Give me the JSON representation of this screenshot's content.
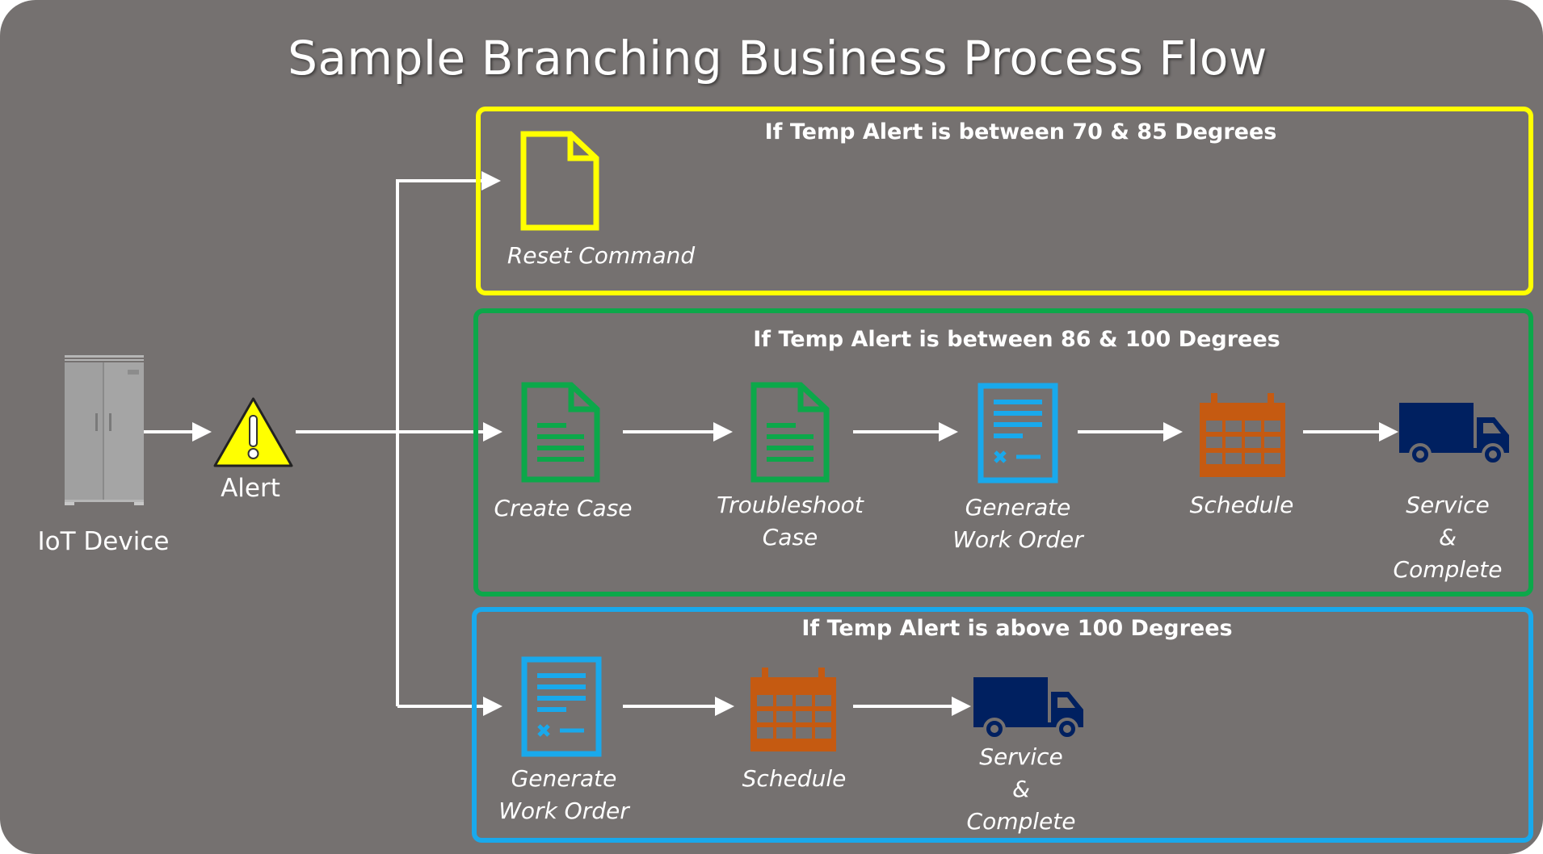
{
  "title": "Sample Branching Business Process Flow",
  "colors": {
    "background": "#757170",
    "yellow": "#FFFF00",
    "green": "#0CA84A",
    "blue": "#19A9EC",
    "orange": "#C55A11",
    "navy": "#002060",
    "arrow": "#FFFFFF"
  },
  "source": {
    "device_icon": "refrigerator-icon",
    "device_label": "IoT Device",
    "alert_icon": "warning-triangle-icon",
    "alert_label": "Alert"
  },
  "branches": [
    {
      "condition": "If Temp Alert is between 70 & 85 Degrees",
      "color": "yellow",
      "steps": [
        {
          "icon": "document-icon",
          "label_lines": [
            "Reset Command"
          ]
        }
      ]
    },
    {
      "condition": "If Temp Alert is between 86 & 100 Degrees",
      "color": "green",
      "steps": [
        {
          "icon": "document-lines-icon",
          "label_lines": [
            "Create Case"
          ]
        },
        {
          "icon": "document-lines-icon",
          "label_lines": [
            "Troubleshoot",
            "Case"
          ]
        },
        {
          "icon": "work-order-form-icon",
          "label_lines": [
            "Generate",
            "Work Order"
          ]
        },
        {
          "icon": "calendar-icon",
          "label_lines": [
            "Schedule"
          ]
        },
        {
          "icon": "delivery-truck-icon",
          "label_lines": [
            "Service",
            "&",
            "Complete"
          ]
        }
      ]
    },
    {
      "condition": "If Temp Alert is above 100 Degrees",
      "color": "blue",
      "steps": [
        {
          "icon": "work-order-form-icon",
          "label_lines": [
            "Generate",
            "Work Order"
          ]
        },
        {
          "icon": "calendar-icon",
          "label_lines": [
            "Schedule"
          ]
        },
        {
          "icon": "delivery-truck-icon",
          "label_lines": [
            "Service",
            "&",
            "Complete"
          ]
        }
      ]
    }
  ]
}
